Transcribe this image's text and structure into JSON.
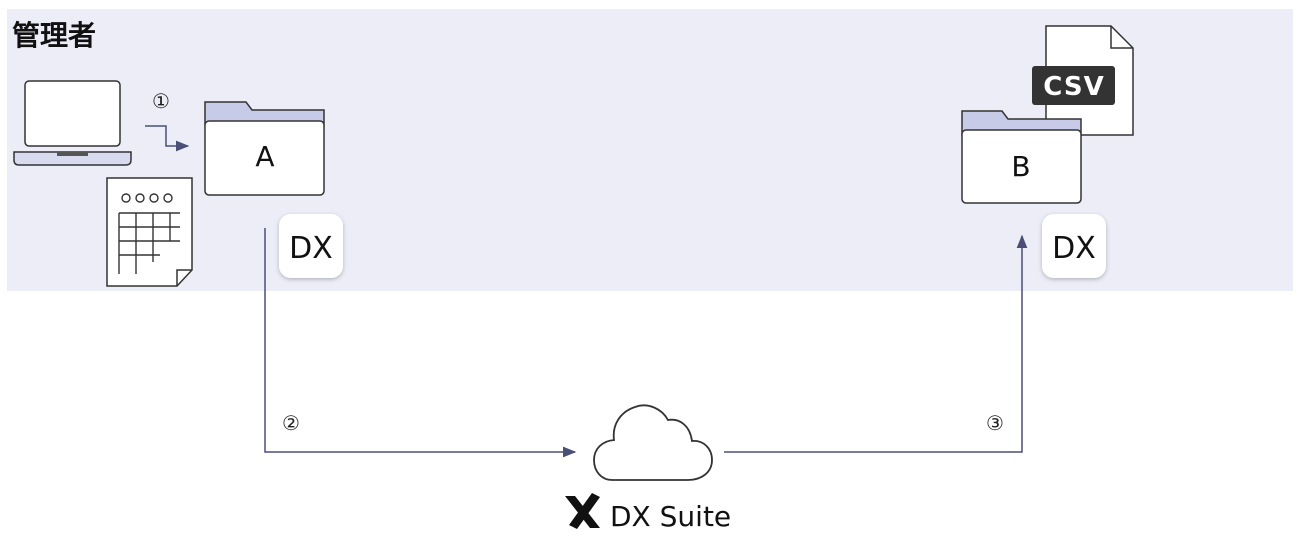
{
  "zone": {
    "title": "管理者"
  },
  "steps": {
    "one": "①",
    "two": "②",
    "three": "③"
  },
  "folders": {
    "a": "A",
    "b": "B"
  },
  "badges": {
    "dx_a": "DX",
    "dx_b": "DX"
  },
  "file": {
    "csv": "CSV"
  },
  "cloud": {
    "brand": "DX Suite"
  },
  "colors": {
    "zone_bg": "#ecedf7",
    "accent": "#4a4f78",
    "folder_tab": "#c8cbe8",
    "laptop_screen": "#d8daf0"
  }
}
